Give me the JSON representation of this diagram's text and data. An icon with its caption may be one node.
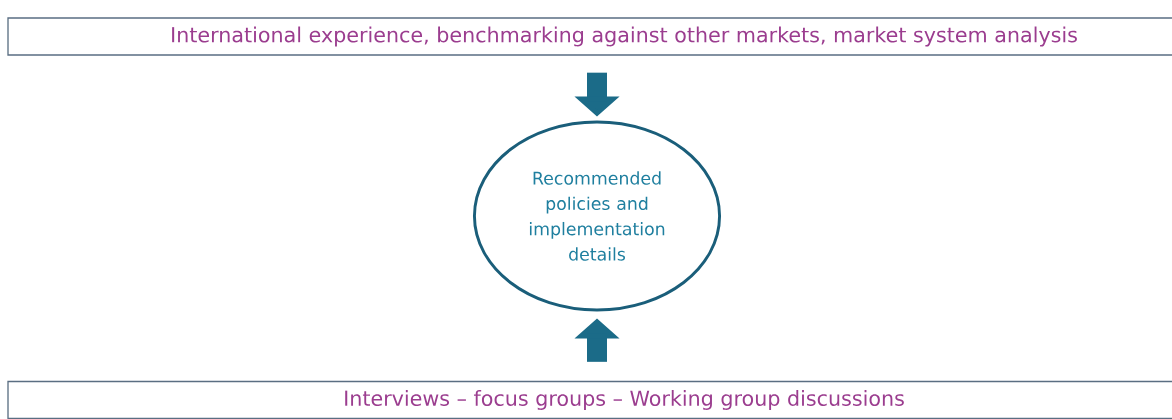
{
  "diagram": {
    "nodes": [
      {
        "text": [
          "International experience, benchmarking against other markets, market system analysis"
        ]
      },
      {
        "text": [
          "Recommended policies and implementation details"
        ]
      },
      {
        "text": [
          "Interviews – focus groups – Working group discussions"
        ]
      }
    ],
    "edges": [
      {
        "from": 0,
        "to": 1,
        "arrow": "to"
      },
      {
        "from": 2,
        "to": 1,
        "arrow": "to"
      }
    ]
  }
}
